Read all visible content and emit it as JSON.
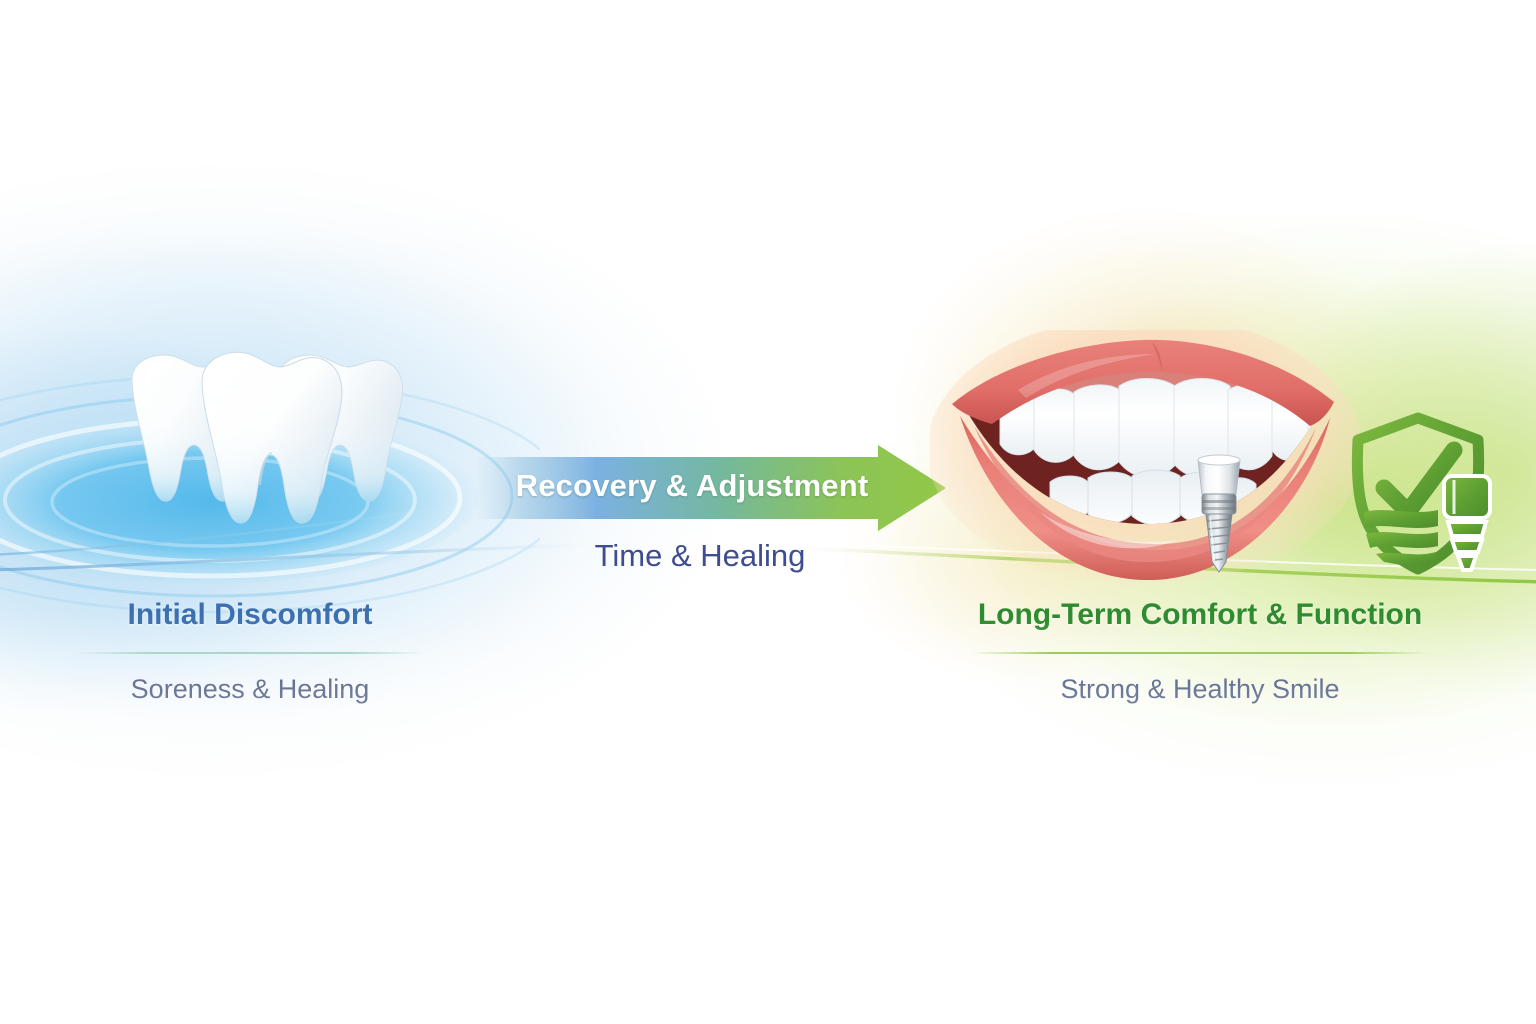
{
  "infographic": {
    "title_implied": "Dental Implant Recovery Journey",
    "left_panel": {
      "title": "Initial Discomfort",
      "subtitle": "Soreness & Healing",
      "title_color": "#3a6fb0",
      "subtitle_color": "#3b4a74",
      "divider_color": "#9fd0c3",
      "icon_name": "three-teeth-in-water-ripple",
      "accent_color": "#64b5e3"
    },
    "middle": {
      "arrow_label": "Recovery & Adjustment",
      "arrow_label_color": "#ffffff",
      "arrow_gradient_start": "#6aa8d4",
      "arrow_gradient_end": "#8cc63f",
      "caption": "Time & Healing",
      "caption_color": "#3f4c8f",
      "curve_left_color": "#7fb6dd",
      "curve_right_color": "#9ac93f"
    },
    "right_panel": {
      "title": "Long-Term Comfort & Function",
      "subtitle": "Strong & Healthy Smile",
      "title_color": "#2e8b2e",
      "subtitle_color": "#3b4a74",
      "divider_color": "#8cc63f",
      "icon_name": "smiling-mouth-with-dental-implant",
      "badge_name": "green-shield-check-implant-badge",
      "accent_color": "#6aa534"
    },
    "background": {
      "base": "#ffffff",
      "left_wash": "#a8d6f0",
      "right_wash": "#c3e07a",
      "warm_wash": "#f7cd96"
    }
  }
}
